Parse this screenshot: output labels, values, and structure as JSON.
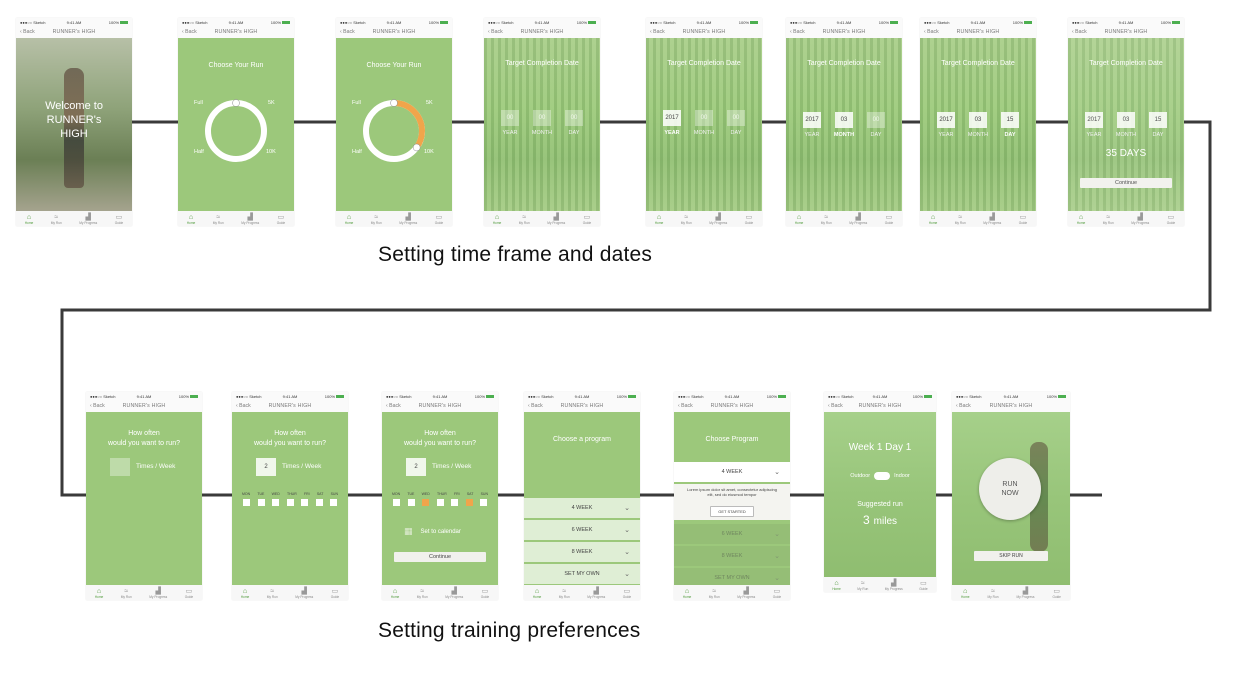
{
  "captions": {
    "row1": "Setting time frame and dates",
    "row2": "Setting training preferences"
  },
  "common": {
    "status_carrier": "●●●○○ Sketch",
    "status_time": "9:41 AM",
    "status_battery": "100%",
    "back": "Back",
    "app_title": "RUNNER's HIGH",
    "tabs": [
      "Home",
      "My Run",
      "My Progress",
      "Guide"
    ],
    "tab_icons": [
      "home-icon",
      "shoe-icon",
      "progress-icon",
      "book-icon"
    ]
  },
  "screens": {
    "welcome": {
      "line1": "Welcome to",
      "line2": "RUNNER's",
      "line3": "HIGH"
    },
    "choose_run": {
      "title": "Choose Your Run",
      "labels": {
        "full": "Full",
        "5k": "5K",
        "half": "Half",
        "10k": "10K"
      },
      "selected_fraction": 0.35
    },
    "target": {
      "title": "Target Completion Date",
      "year_label": "YEAR",
      "month_label": "MONTH",
      "day_label": "DAY",
      "year": "2017",
      "month": "03",
      "day": "15",
      "placeholder": "00",
      "days_left": "35 DAYS",
      "continue": "Continue"
    },
    "how_often": {
      "title_l1": "How often",
      "title_l2": "would you want to run?",
      "times_label": "Times / Week",
      "count": "2",
      "days": [
        "MON",
        "TUE",
        "WED",
        "THUR",
        "FRI",
        "SAT",
        "SUN"
      ],
      "selected_days": [
        2,
        5
      ],
      "set_calendar": "Set to calendar",
      "continue": "Continue"
    },
    "program": {
      "title_a": "Choose a program",
      "title_b": "Choose Program",
      "options": [
        "4 WEEK",
        "6 WEEK",
        "8 WEEK",
        "SET MY OWN"
      ],
      "description": "Lorem ipsum dolor sit amet, consectetur adipiscing elit, sed do eiusmod tempor",
      "get_started": "GET STARTED"
    },
    "week": {
      "title": "Week 1 Day 1",
      "outdoor": "Outdoor",
      "indoor": "Indoor",
      "suggested": "Suggested run",
      "miles_num": "3",
      "miles_unit": "miles"
    },
    "run_now": {
      "line1": "RUN",
      "line2": "NOW",
      "skip": "SKIP RUN"
    }
  },
  "colors": {
    "accent": "#9cc87b",
    "orange": "#f0a54b",
    "connector": "#3a3a3a"
  }
}
